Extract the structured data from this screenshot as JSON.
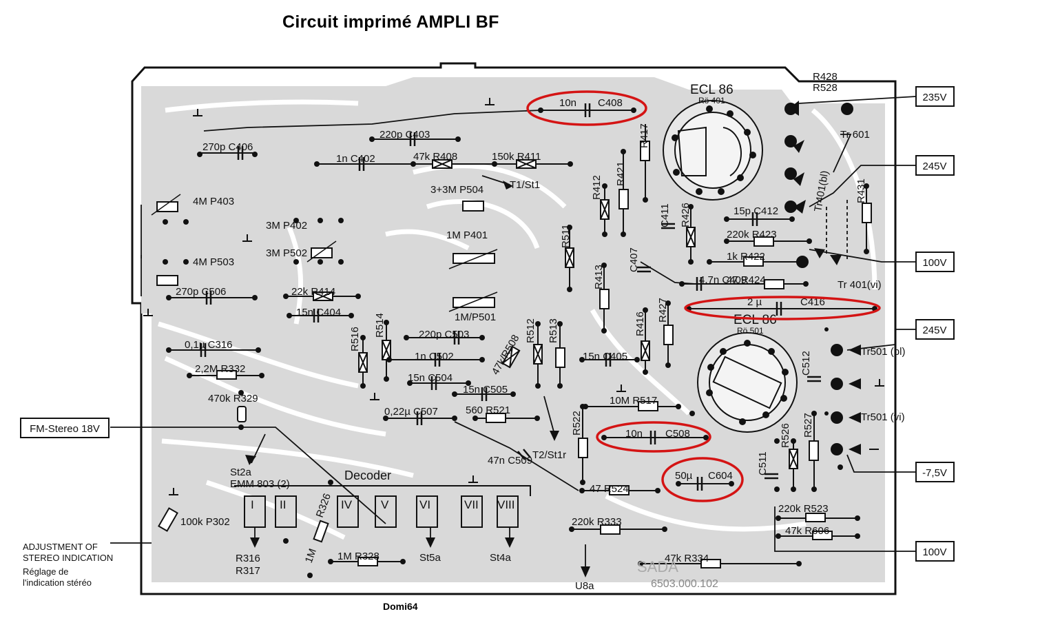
{
  "title": "Circuit imprimé  AMPLI BF",
  "credit": "Domi64",
  "colors": {
    "board": "#d9d9d9",
    "ink": "#111111",
    "highlight": "#d41414",
    "paper": "#ffffff"
  },
  "connectors": {
    "v235": "235V",
    "v245a": "245V",
    "v100a": "100V",
    "v245b": "245V",
    "vneg75": "-7,5V",
    "v100b": "100V",
    "fm": "FM-Stereo 18V"
  },
  "tubes": {
    "ecl86_top": "ECL 86",
    "ro401": "Rö 401",
    "ecl86_bottom": "ECL 86",
    "ro501": "Rö 501"
  },
  "highlights": {
    "c408": {
      "value": "10n",
      "ref": "C408"
    },
    "c416": {
      "value": "2 µ",
      "ref": "C416"
    },
    "c508": {
      "value": "10n",
      "ref": "C508"
    },
    "c604": {
      "value": "50µ",
      "ref": "C604"
    }
  },
  "labels": {
    "c406": "270p  C406",
    "c403": "220p C403",
    "c402": "1n     C402",
    "r408": "47k       R408",
    "r411": "150k      R411",
    "t1": "T1/St1",
    "p403": "4M P403",
    "p402": "3M P402",
    "p502": "3M P502",
    "p503": "4M P503",
    "p504": "3+3M P504",
    "p401": "1M P401",
    "p501": "1M/P501",
    "c506": "270p   C506",
    "r414": "22k  R414",
    "c404": "15n  C404",
    "r412": "R412",
    "r421": "R421",
    "r417": "R417",
    "r511": "R511",
    "r413": "R413",
    "c407": "C407",
    "c411": "C411",
    "r426": "R426",
    "c412": "15p  C412",
    "r423": "220k  R423",
    "r422": "1k     R422",
    "r424": "47    R424",
    "c409": "4,7n C409",
    "r431": "R431",
    "tr601": "Tr 601",
    "tr401bl": "Tr401(bl)",
    "tr401vi": "Tr 401(vi)",
    "r428": "R428",
    "r528": "R528",
    "c316": "0,1µ  C316",
    "r332": "2,2M     R332",
    "r329": "470k R329",
    "r516": "R516",
    "r514": "R514",
    "c503": "220p     C503",
    "c502": "1n       C502",
    "c504": "15n   C504",
    "r508": "47k/R508",
    "r512": "R512",
    "r513": "R513",
    "c505": "15n  C505",
    "c507": "0,22µ   C507",
    "r521": "560    R521",
    "c405": "15n   C405",
    "r416": "R416",
    "r427": "R427",
    "r517": "10M    R517",
    "r522": "R522",
    "t2": "T2/St1r",
    "c509": "47n C509",
    "r524": "47         R524",
    "tr501bl": "Tr501 (bl)",
    "tr501vi": "Tr501 (vi)",
    "c512": "C512",
    "r526": "R526",
    "r527": "R527",
    "c511": "C511",
    "r523": "220k   R523",
    "r606": "47k   R606",
    "r333": "220k   R333",
    "r334": "47k            R334",
    "st2a": "St2a",
    "emm": "EMM 803 (2)",
    "decoder": "Decoder",
    "roman": [
      "I",
      "II",
      "IV",
      "V",
      "VI",
      "VII",
      "VIII"
    ],
    "p302": "100k P302",
    "r326": "R326",
    "r316": "R316",
    "r317": "R317",
    "r328": "1M       R328",
    "one_m": "1M",
    "st5a": "St5a",
    "st4a": "St4a",
    "u8a": "U8a",
    "sada": "SADA",
    "board_no": "6503.000.102",
    "adjust_en_1": "ADJUSTMENT OF",
    "adjust_en_2": "STEREO INDICATION",
    "adjust_fr_1": "Réglage de",
    "adjust_fr_2": "l'indication stéréo"
  }
}
